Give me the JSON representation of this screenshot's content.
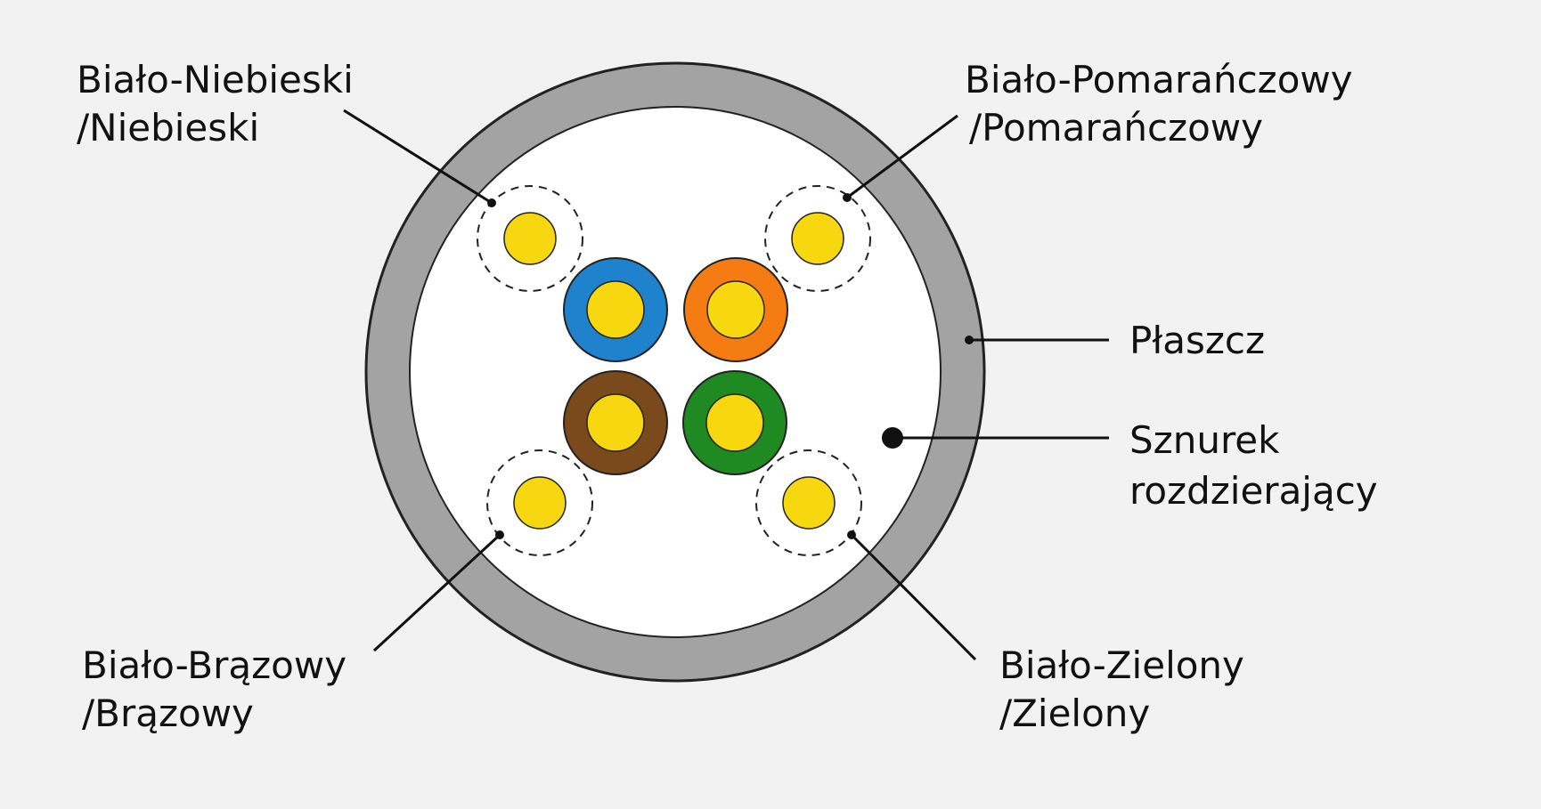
{
  "labels": {
    "blue_pair": [
      "Biało-Niebieski",
      "/Niebieski"
    ],
    "orange_pair": [
      "Biało-Pomarańczowy",
      "/Pomarańczowy"
    ],
    "brown_pair": [
      "Biało-Brązowy",
      "/Brązowy"
    ],
    "green_pair": [
      "Biało-Zielony",
      "/Zielony"
    ],
    "jacket": [
      "Płaszcz"
    ],
    "ripcord": [
      "Sznurek",
      "rozdzierający"
    ]
  },
  "colors": {
    "background": "#f2f2f2",
    "jacket": "#a3a3a3",
    "interior": "#ffffff",
    "copper": "#f7d70f",
    "blue": "#1f82cc",
    "orange": "#f57c12",
    "brown": "#7a4a1c",
    "green": "#1f8a22",
    "outline": "#222222"
  }
}
